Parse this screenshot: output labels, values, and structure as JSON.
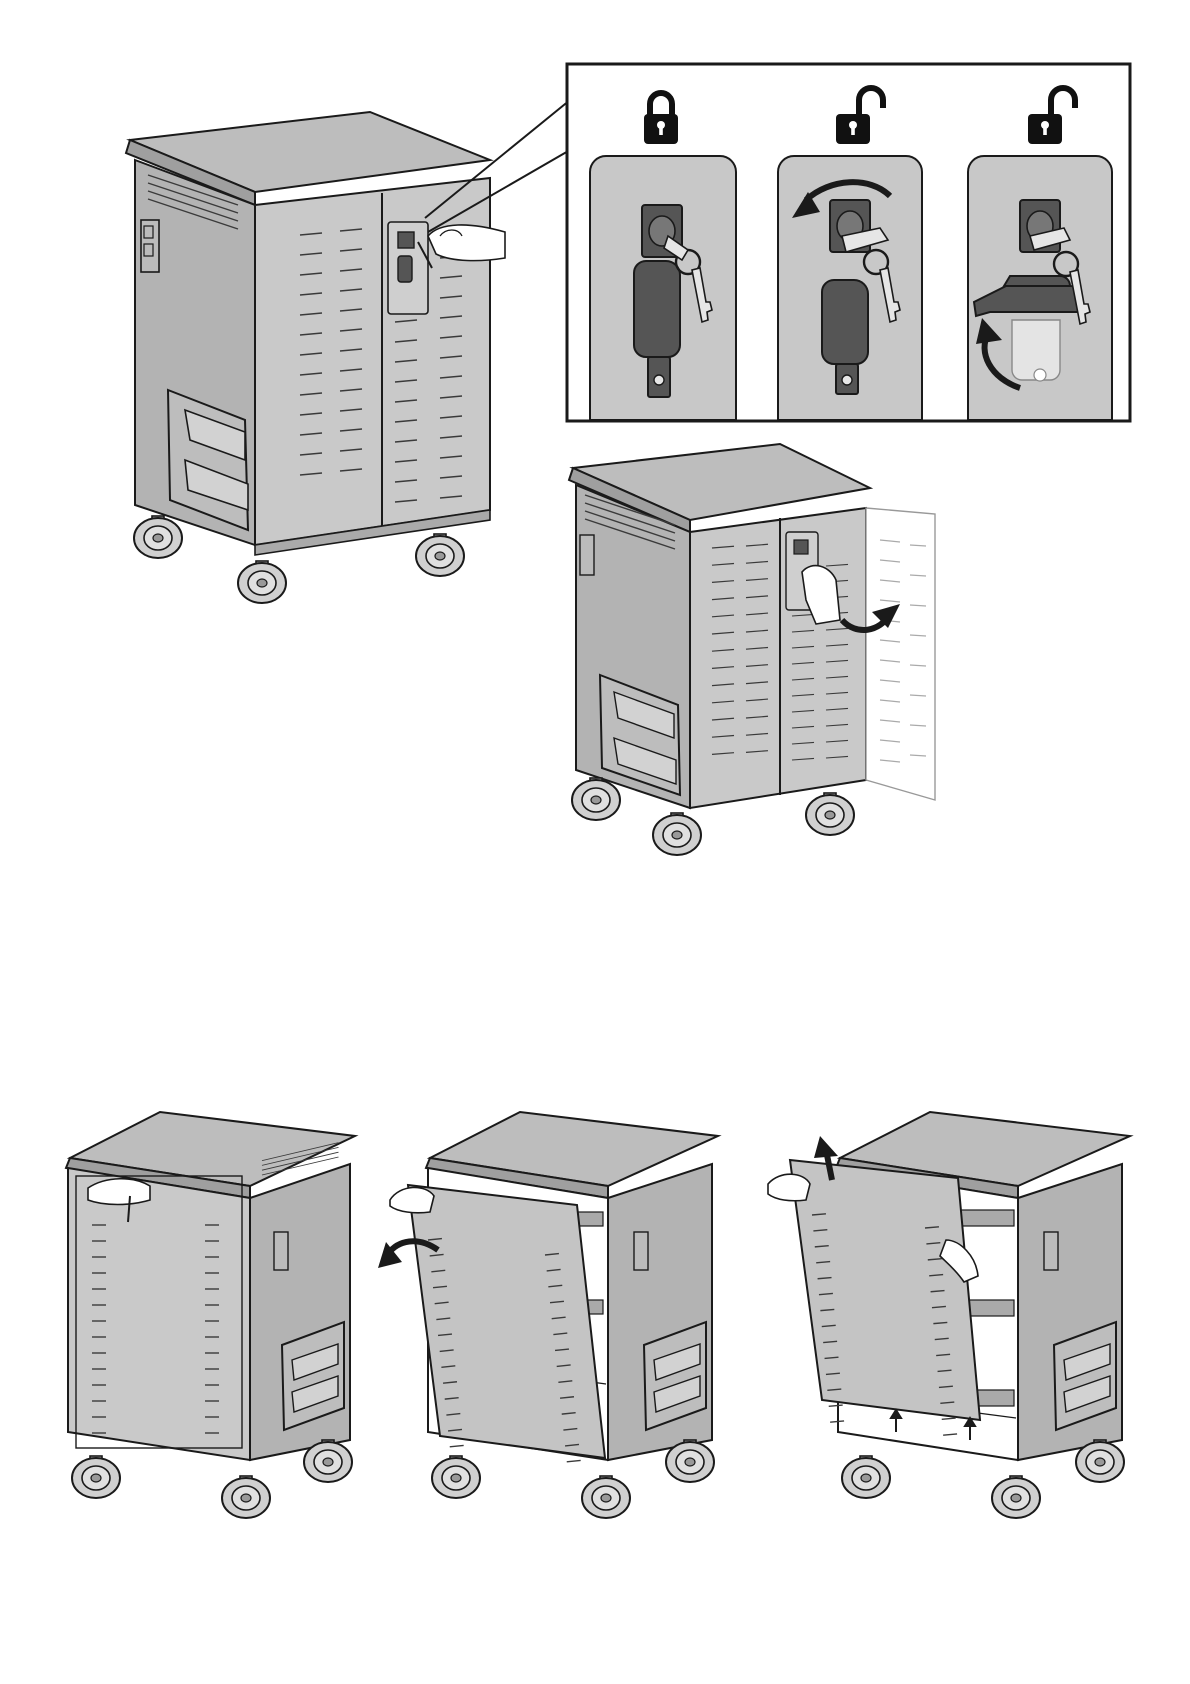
{
  "figure": {
    "width": 1190,
    "height": 1684
  },
  "lock_states": [
    {
      "state": "locked",
      "icon": "padlock-closed-icon"
    },
    {
      "state": "unlocked",
      "icon": "padlock-open-icon"
    },
    {
      "state": "unlocked",
      "icon": "padlock-open-icon"
    }
  ],
  "colors": {
    "cabinet_fill": "#c9c9c9",
    "outline": "#1a1a1a",
    "lock_housing": "#555555",
    "background": "#ffffff"
  }
}
